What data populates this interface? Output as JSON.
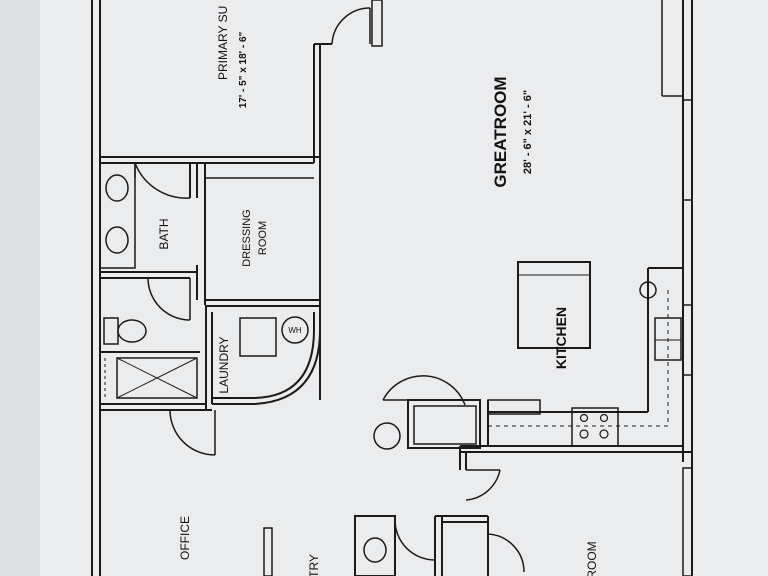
{
  "rooms": {
    "primary_suite": {
      "name": "PRIMARY SU",
      "dims": "17' - 5\" x 18' - 6\""
    },
    "greatroom": {
      "name": "GREATROOM",
      "dims": "28' - 6\" x 21' - 6\""
    },
    "bath": {
      "name": "BATH"
    },
    "dressing_room": {
      "line1": "DRESSING",
      "line2": "ROOM"
    },
    "kitchen": {
      "name": "KITCHEN"
    },
    "laundry": {
      "name": "LAUNDRY"
    },
    "office": {
      "name": "OFFICE"
    },
    "pantry_partial": {
      "name": "TRY"
    },
    "bedroom_partial": {
      "name": "ROOM"
    }
  },
  "fixtures": {
    "water_heater": "WH"
  }
}
